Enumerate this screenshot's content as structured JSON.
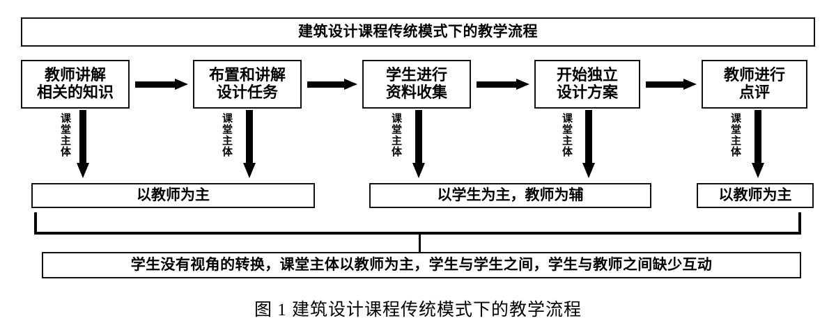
{
  "figure": {
    "title": "建筑设计课程传统模式下的教学流程",
    "caption": "图 1 建筑设计课程传统模式下的教学流程"
  },
  "process_steps": [
    {
      "label": "教师讲解\n相关的知识"
    },
    {
      "label": "布置和讲解\n设计任务"
    },
    {
      "label": "学生进行\n资料收集"
    },
    {
      "label": "开始独立\n设计方案"
    },
    {
      "label": "教师进行\n点评"
    }
  ],
  "side_labels": [
    {
      "text": "课堂主体"
    },
    {
      "text": "课堂主体"
    },
    {
      "text": "课堂主体"
    },
    {
      "text": "课堂主体"
    },
    {
      "text": "课堂主体"
    }
  ],
  "results": [
    {
      "label": "以教师为主"
    },
    {
      "label": "以学生为主，教师为辅"
    },
    {
      "label": "以教师为主"
    }
  ],
  "conclusion": {
    "label": "学生没有视角的转换，课堂主体以教师为主，学生与学生之间，学生与教师之间缺少互动"
  },
  "colors": {
    "stroke": "#111111",
    "arrow": "#000000",
    "background": "#ffffff"
  }
}
